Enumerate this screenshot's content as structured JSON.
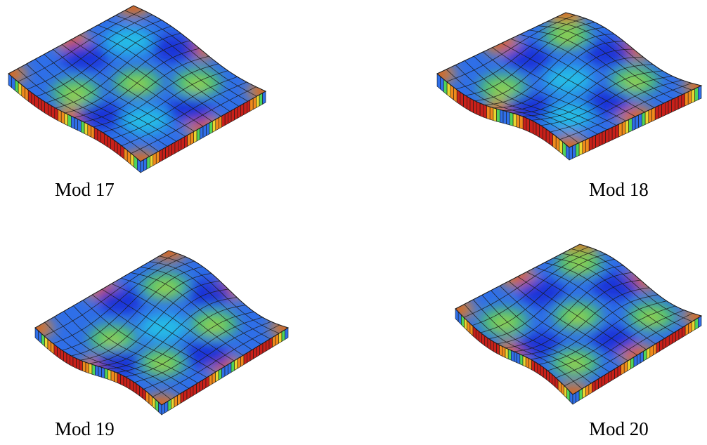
{
  "modes": [
    {
      "id": "mode-17",
      "label": "Mod 17",
      "bumps": [
        [
          0.22,
          0.3,
          "g"
        ],
        [
          0.5,
          0.5,
          "g"
        ],
        [
          0.75,
          0.72,
          "g"
        ],
        [
          0.3,
          0.75,
          "c"
        ],
        [
          0.7,
          0.25,
          "c"
        ],
        [
          0.45,
          0.15,
          "b"
        ],
        [
          0.15,
          0.55,
          "b"
        ],
        [
          0.85,
          0.45,
          "b"
        ],
        [
          0.55,
          0.85,
          "b"
        ]
      ]
    },
    {
      "id": "mode-18",
      "label": "Mod 18",
      "bumps": [
        [
          0.25,
          0.25,
          "g"
        ],
        [
          0.5,
          0.5,
          "c"
        ],
        [
          0.75,
          0.75,
          "g"
        ],
        [
          0.25,
          0.75,
          "c"
        ],
        [
          0.75,
          0.25,
          "g"
        ],
        [
          0.5,
          0.2,
          "b"
        ],
        [
          0.2,
          0.5,
          "b"
        ],
        [
          0.8,
          0.5,
          "b"
        ],
        [
          0.5,
          0.8,
          "b"
        ]
      ]
    },
    {
      "id": "mode-19",
      "label": "Mod 19",
      "bumps": [
        [
          0.3,
          0.3,
          "g"
        ],
        [
          0.7,
          0.3,
          "g"
        ],
        [
          0.3,
          0.7,
          "g"
        ],
        [
          0.7,
          0.7,
          "g"
        ],
        [
          0.5,
          0.5,
          "c"
        ],
        [
          0.5,
          0.15,
          "b"
        ],
        [
          0.15,
          0.5,
          "b"
        ],
        [
          0.85,
          0.5,
          "b"
        ],
        [
          0.5,
          0.85,
          "b"
        ]
      ]
    },
    {
      "id": "mode-20",
      "label": "Mod 20",
      "bumps": [
        [
          0.5,
          0.5,
          "g"
        ],
        [
          0.2,
          0.2,
          "g"
        ],
        [
          0.8,
          0.8,
          "g"
        ],
        [
          0.2,
          0.8,
          "g"
        ],
        [
          0.8,
          0.2,
          "g"
        ],
        [
          0.5,
          0.2,
          "b"
        ],
        [
          0.2,
          0.5,
          "b"
        ],
        [
          0.8,
          0.5,
          "b"
        ],
        [
          0.5,
          0.8,
          "b"
        ]
      ]
    }
  ],
  "colors": {
    "deep_blue": "#1a2fd6",
    "blue": "#2f6fe8",
    "cyan": "#22c3e6",
    "green": "#4fd35a",
    "yellow": "#e8d630",
    "orange": "#f08a1c",
    "red": "#c8201a",
    "mesh_line": "#1a1a1a"
  }
}
